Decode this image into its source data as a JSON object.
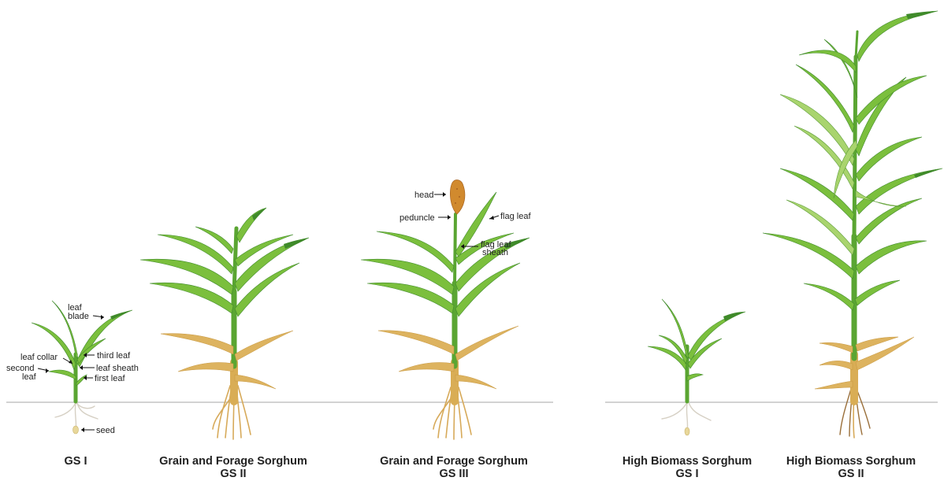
{
  "captions": {
    "gs1": {
      "line1": "GS I"
    },
    "gs2": {
      "line1": "Grain and Forage Sorghum",
      "line2": "GS II"
    },
    "gs3": {
      "line1": "Grain and Forage Sorghum",
      "line2": "GS III"
    },
    "hb1": {
      "line1": "High Biomass Sorghum",
      "line2": "GS I"
    },
    "hb2": {
      "line1": "High Biomass Sorghum",
      "line2": "GS II"
    }
  },
  "labels": {
    "leaf_blade_1": "leaf",
    "leaf_blade_2": "blade",
    "leaf_collar": "leaf collar",
    "third_leaf": "third leaf",
    "leaf_sheath": "leaf sheath",
    "second_leaf_1": "second",
    "second_leaf_2": "leaf",
    "first_leaf": "first leaf",
    "seed": "seed",
    "head": "head",
    "peduncle": "peduncle",
    "flag_leaf": "flag leaf",
    "flag_leaf_sheath_1": "flag leaf",
    "flag_leaf_sheath_2": "sheath"
  }
}
